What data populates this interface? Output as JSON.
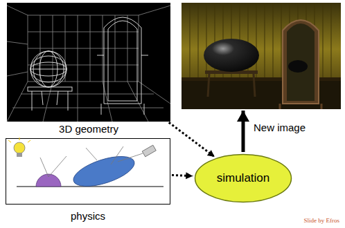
{
  "diagram": {
    "nodes": [
      {
        "text": [
          "3D geometry"
        ]
      },
      {
        "text": [
          "New image"
        ]
      },
      {
        "text": [
          "physics"
        ]
      },
      {
        "text": [
          "simulation"
        ]
      }
    ],
    "edges": [
      {
        "from": 0,
        "to": 3,
        "arrow": "to"
      },
      {
        "from": 2,
        "to": 3,
        "arrow": "to"
      },
      {
        "from": 3,
        "to": 1,
        "arrow": "to"
      }
    ],
    "labels": [
      "Slide by Efros"
    ]
  }
}
